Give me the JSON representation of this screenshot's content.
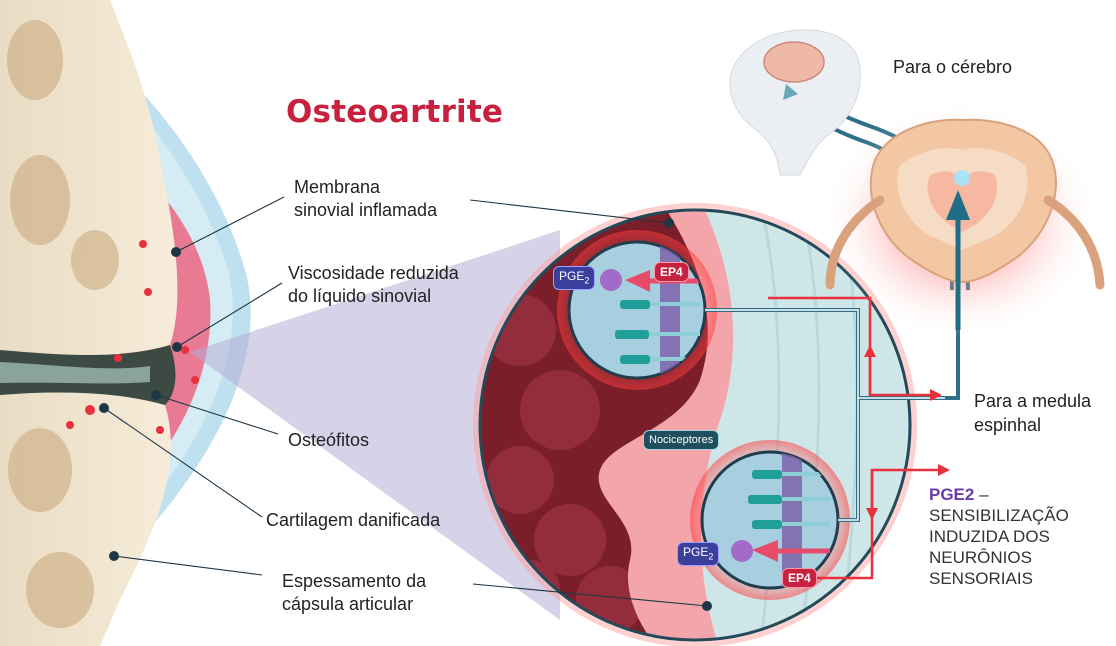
{
  "title": "Osteoartrite",
  "labels": {
    "membrana_l1": "Membrana",
    "membrana_l2": "sinovial inflamada",
    "viscosidade_l1": "Viscosidade reduzida",
    "viscosidade_l2": "do líquido sinovial",
    "osteofitos": "Osteófitos",
    "cartilagem": "Cartilagem danificada",
    "espessamento_l1": "Espessamento da",
    "espessamento_l2": "cápsula articular",
    "para_cerebro": "Para o cérebro",
    "para_medula_l1": "Para a medula",
    "para_medula_l2": "espinhal"
  },
  "inset": {
    "pge": "PGE",
    "pge_sub": "2",
    "ep4": "EP4",
    "nociceptores": "Nociceptores"
  },
  "note": {
    "highlight": "PGE2",
    "dash": " –",
    "lines": [
      "SENSIBILIZAÇÃO",
      "INDUZIDA DOS",
      "NEURÔNIOS",
      "SENSORIAIS"
    ]
  },
  "colors": {
    "title": "#c8203f",
    "nerve": "#2c6f86",
    "signal": "#e8313c",
    "pge": "#3b3f9c",
    "ep4": "#c8203f"
  }
}
